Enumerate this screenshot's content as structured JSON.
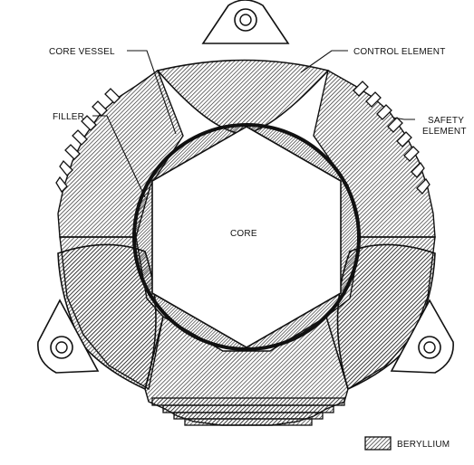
{
  "labels": {
    "core_vessel": "CORE VESSEL",
    "control_element": "CONTROL ELEMENT",
    "filler": "FILLER",
    "safety_element_line1": "SAFETY",
    "safety_element_line2": "ELEMENT",
    "core": "CORE",
    "legend": "BERYLLIUM"
  },
  "colors": {
    "ink": "#111111",
    "paper": "#ffffff",
    "hatch": "#222222"
  }
}
